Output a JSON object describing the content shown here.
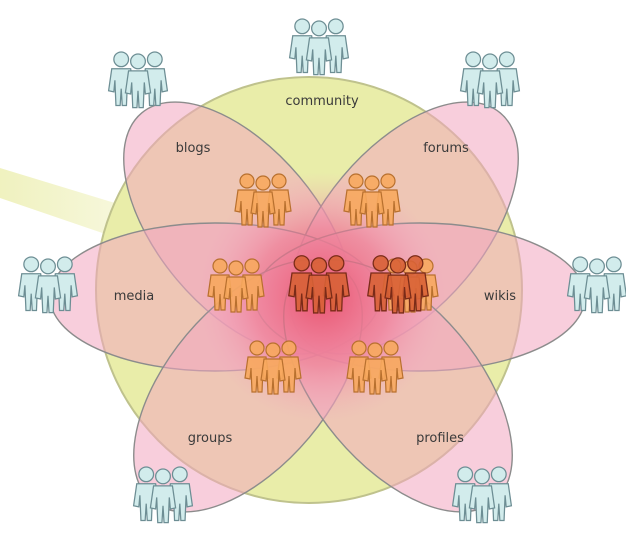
{
  "diagram": {
    "center_label": "community",
    "petals": [
      {
        "id": "blogs",
        "label": "blogs"
      },
      {
        "id": "forums",
        "label": "forums"
      },
      {
        "id": "media",
        "label": "media"
      },
      {
        "id": "wikis",
        "label": "wikis"
      },
      {
        "id": "groups",
        "label": "groups"
      },
      {
        "id": "profiles",
        "label": "profiles"
      }
    ]
  },
  "colors": {
    "outer_circle_fill": "#e9eda9",
    "outer_circle_stroke": "#bfc28d",
    "petal_fill": "#f3a6bf",
    "petal_stroke": "#8c8c8c",
    "core_fill": "#e9506b",
    "beam_fill": "#eef0b8",
    "people_light_fill": "#d2ecec",
    "people_light_stroke": "#6d8e94",
    "people_orange_fill": "#f7a85e",
    "people_orange_stroke": "#b8702e",
    "people_dark_fill": "#d86236",
    "people_dark_stroke": "#7a2b18"
  },
  "icons": {
    "group": "people-group-icon"
  }
}
